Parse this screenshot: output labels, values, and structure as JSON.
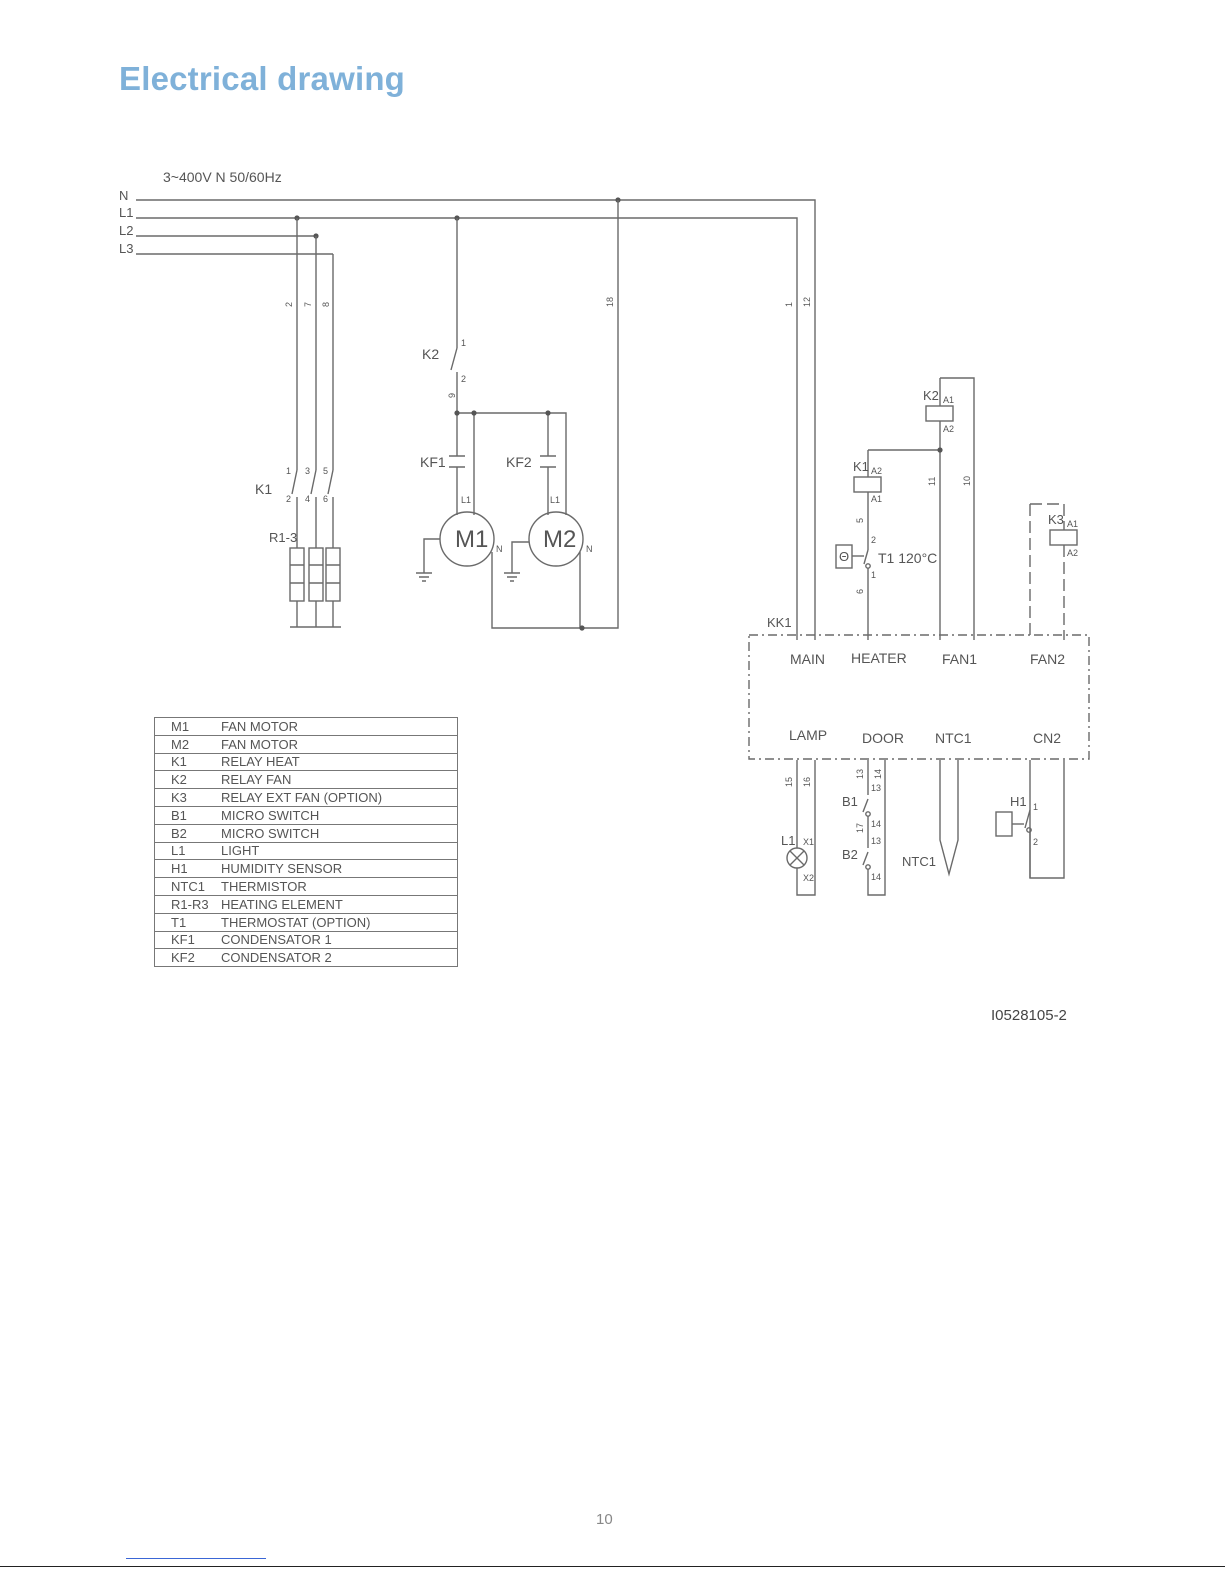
{
  "page": {
    "title": "Electrical drawing",
    "doc_id": "I0528105-2",
    "page_number": "10"
  },
  "supply": {
    "voltage": "3~400V N 50/60Hz",
    "lines": [
      "N",
      "L1",
      "L2",
      "L3"
    ]
  },
  "wire_numbers": [
    "2",
    "7",
    "8",
    "18",
    "1",
    "12",
    "9",
    "11",
    "10",
    "5",
    "6",
    "15",
    "16",
    "13",
    "14",
    "17"
  ],
  "components": {
    "k1": "K1",
    "k2": "K2",
    "k3": "K3",
    "r13": "R1-3",
    "kf1": "KF1",
    "kf2": "KF2",
    "m1": "M1",
    "m2": "M2",
    "t1": "T1 120°C",
    "b1": "B1",
    "b2": "B2",
    "l1": "L1",
    "h1": "H1",
    "ntc1": "NTC1",
    "kk1": "KK1",
    "theta": "Θ"
  },
  "terminals": {
    "l1": "L1",
    "n": "N",
    "a1": "A1",
    "a2": "A2",
    "x1": "X1",
    "x2": "X2",
    "k1_contacts": [
      "1",
      "3",
      "5",
      "2",
      "4",
      "6"
    ],
    "switch_pins": [
      "1",
      "2",
      "13",
      "14"
    ]
  },
  "controller_ports": {
    "top": [
      "MAIN",
      "HEATER",
      "FAN1",
      "FAN2"
    ],
    "bottom": [
      "LAMP",
      "DOOR",
      "NTC1",
      "CN2"
    ]
  },
  "legend": [
    {
      "code": "M1",
      "desc": "FAN MOTOR"
    },
    {
      "code": "M2",
      "desc": "FAN MOTOR"
    },
    {
      "code": "K1",
      "desc": "RELAY HEAT"
    },
    {
      "code": "K2",
      "desc": "RELAY FAN"
    },
    {
      "code": "K3",
      "desc": "RELAY EXT FAN (OPTION)"
    },
    {
      "code": "B1",
      "desc": "MICRO SWITCH"
    },
    {
      "code": "B2",
      "desc": "MICRO SWITCH"
    },
    {
      "code": "L1",
      "desc": "LIGHT"
    },
    {
      "code": "H1",
      "desc": "HUMIDITY SENSOR"
    },
    {
      "code": "NTC1",
      "desc": "THERMISTOR"
    },
    {
      "code": "R1-R3",
      "desc": "HEATING ELEMENT"
    },
    {
      "code": "T1",
      "desc": "THERMOSTAT (OPTION)"
    },
    {
      "code": "KF1",
      "desc": "CONDENSATOR 1"
    },
    {
      "code": "KF2",
      "desc": "CONDENSATOR 2"
    }
  ]
}
